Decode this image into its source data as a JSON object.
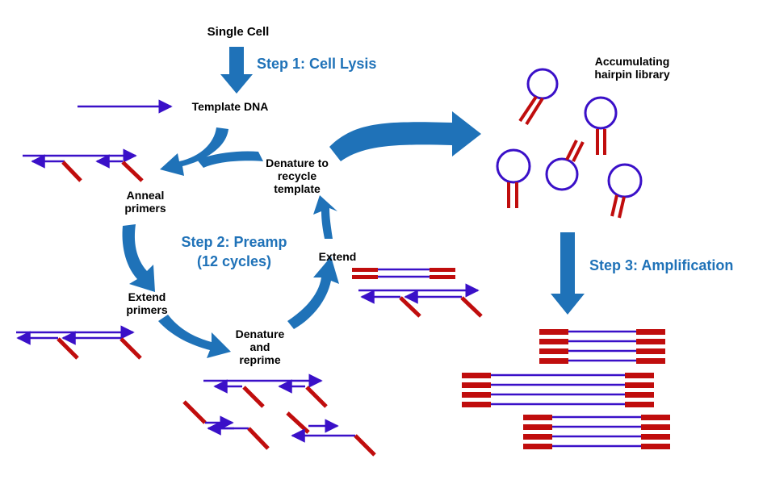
{
  "labels": {
    "single_cell": "Single Cell",
    "template_dna": "Template DNA",
    "anneal_primers": [
      "Anneal",
      "primers"
    ],
    "extend_primers": [
      "Extend",
      "primers"
    ],
    "denature_reprime": [
      "Denature",
      "and",
      "reprime"
    ],
    "extend": "Extend",
    "denature_recycle": [
      "Denature to",
      "recycle",
      "template"
    ],
    "accumulating": [
      "Accumulating",
      "hairpin library"
    ]
  },
  "steps": {
    "step1": "Step 1: Cell Lysis",
    "step2": [
      "Step 2: Preamp",
      "(12 cycles)"
    ],
    "step3": "Step 3: Amplification"
  },
  "colors": {
    "arrow_blue": "#1f72b8",
    "dna_purple": "#3a10c8",
    "primer_red": "#c00d0d",
    "step_text": "#1f72b8"
  }
}
